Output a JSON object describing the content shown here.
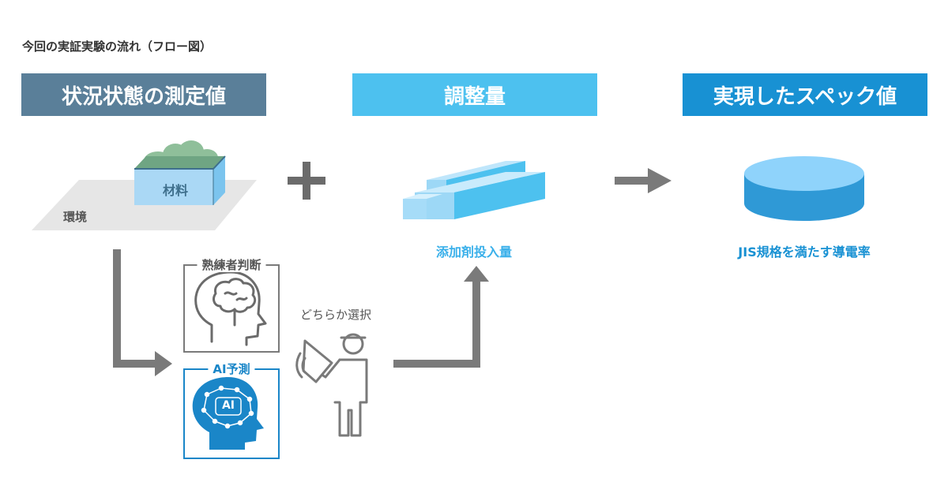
{
  "page_title": "今回の実証実験の流れ（フロー図）",
  "headers": {
    "measurement": "状況状態の測定値",
    "adjustment": "調整量",
    "spec": "実現したスペック値"
  },
  "labels": {
    "material": "材料",
    "environment": "環境",
    "additive": "添加剤投入量",
    "conductivity": "JIS規格を満たす導電率",
    "expert": "熟練者判断",
    "ai_predict": "AI予測",
    "choose": "どちらか選択",
    "ai_badge": "AI"
  },
  "colors": {
    "header_measure": "#5a7f99",
    "header_adjust": "#4dc1ef",
    "header_spec": "#1891d3",
    "arrow_gray": "#7a7a7a",
    "ai_blue": "#1a86c8"
  }
}
